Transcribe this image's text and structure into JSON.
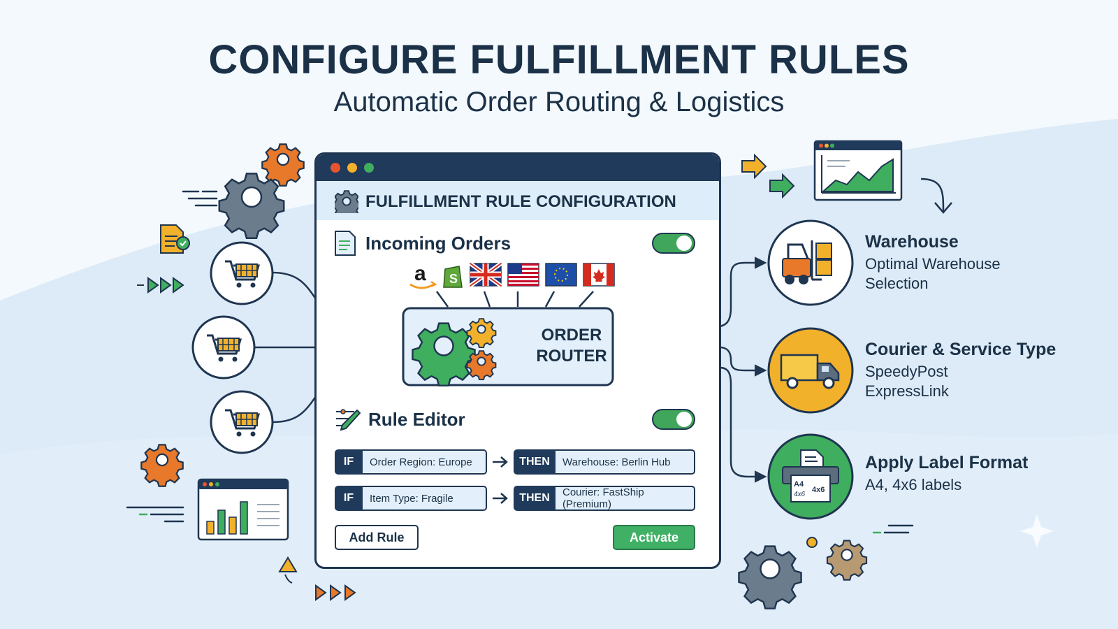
{
  "title": "CONFIGURE FULFILLMENT RULES",
  "subtitle": "Automatic Order Routing & Logistics",
  "panel": {
    "header": "FULFILLMENT RULE CONFIGURATION",
    "incoming_title": "Incoming Orders",
    "router_line1": "ORDER",
    "router_line2": "ROUTER",
    "rule_editor_title": "Rule Editor",
    "rules": [
      {
        "if_label": "IF",
        "condition": "Order Region: Europe",
        "then_label": "THEN",
        "action": "Warehouse: Berlin Hub"
      },
      {
        "if_label": "IF",
        "condition": "Item Type: Fragile",
        "then_label": "THEN",
        "action": "Courier: FastShip (Premium)"
      }
    ],
    "add_rule_label": "Add Rule",
    "activate_label": "Activate",
    "channels": [
      "amazon-icon",
      "shopify-icon",
      "uk-flag",
      "us-flag",
      "eu-flag",
      "canada-flag"
    ]
  },
  "outputs": [
    {
      "title": "Warehouse",
      "line1": "Optimal Warehouse",
      "line2": "Selection"
    },
    {
      "title": "Courier & Service Type",
      "line1": "SpeedyPost",
      "line2": "ExpressLink"
    },
    {
      "title": "Apply Label Format",
      "line1": "A4, 4x6 labels"
    }
  ],
  "label_icon": {
    "a4": "A4",
    "size1": "4x6",
    "size2": "4x6"
  },
  "colors": {
    "navy": "#1f3a5a",
    "green": "#3fae5f",
    "orange": "#e8782a",
    "yellow": "#f2b12b",
    "gray": "#5c6d7e",
    "light_blue": "#ddeefa"
  }
}
